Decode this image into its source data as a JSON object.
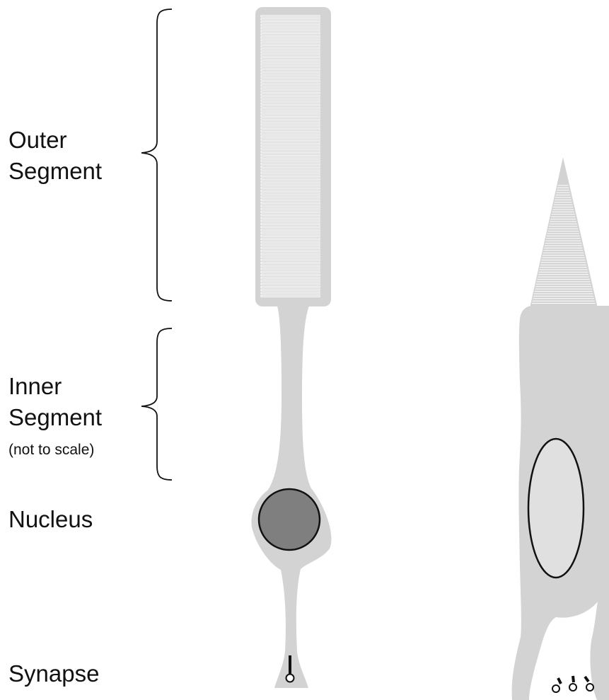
{
  "labels": {
    "outer_segment": [
      "Outer",
      "Segment"
    ],
    "inner_segment": [
      "Inner",
      "Segment"
    ],
    "inner_note": "(not to scale)",
    "nucleus": "Nucleus",
    "synapse": "Synapse"
  },
  "colors": {
    "cell": "#d3d3d3",
    "nucleus_rod": "#7f7f7f",
    "nucleus_cone": "#e0e0e0",
    "outline": "#111111",
    "disc_line": "#ffffff"
  }
}
